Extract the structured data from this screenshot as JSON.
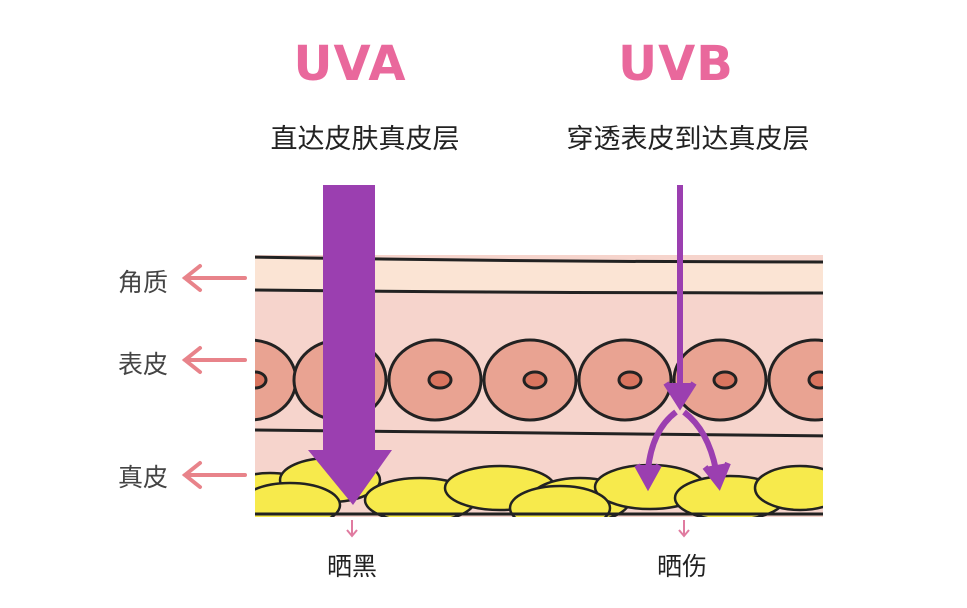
{
  "uva": {
    "title": "UVA",
    "description": "直达皮肤真皮层",
    "effect": "晒黑"
  },
  "uvb": {
    "title": "UVB",
    "description": "穿透表皮到达真皮层",
    "effect": "晒伤"
  },
  "layers": {
    "corneum": "角质",
    "epidermis": "表皮",
    "dermis": "真皮"
  },
  "colors": {
    "title": "#e9689c",
    "arrow": "#9b3fb0",
    "label_arrow": "#e8838a",
    "corneum": "#fbe4d4",
    "epidermis": "#f6d4cc",
    "cell": "#e9a392",
    "fat": "#f7ea4c"
  }
}
